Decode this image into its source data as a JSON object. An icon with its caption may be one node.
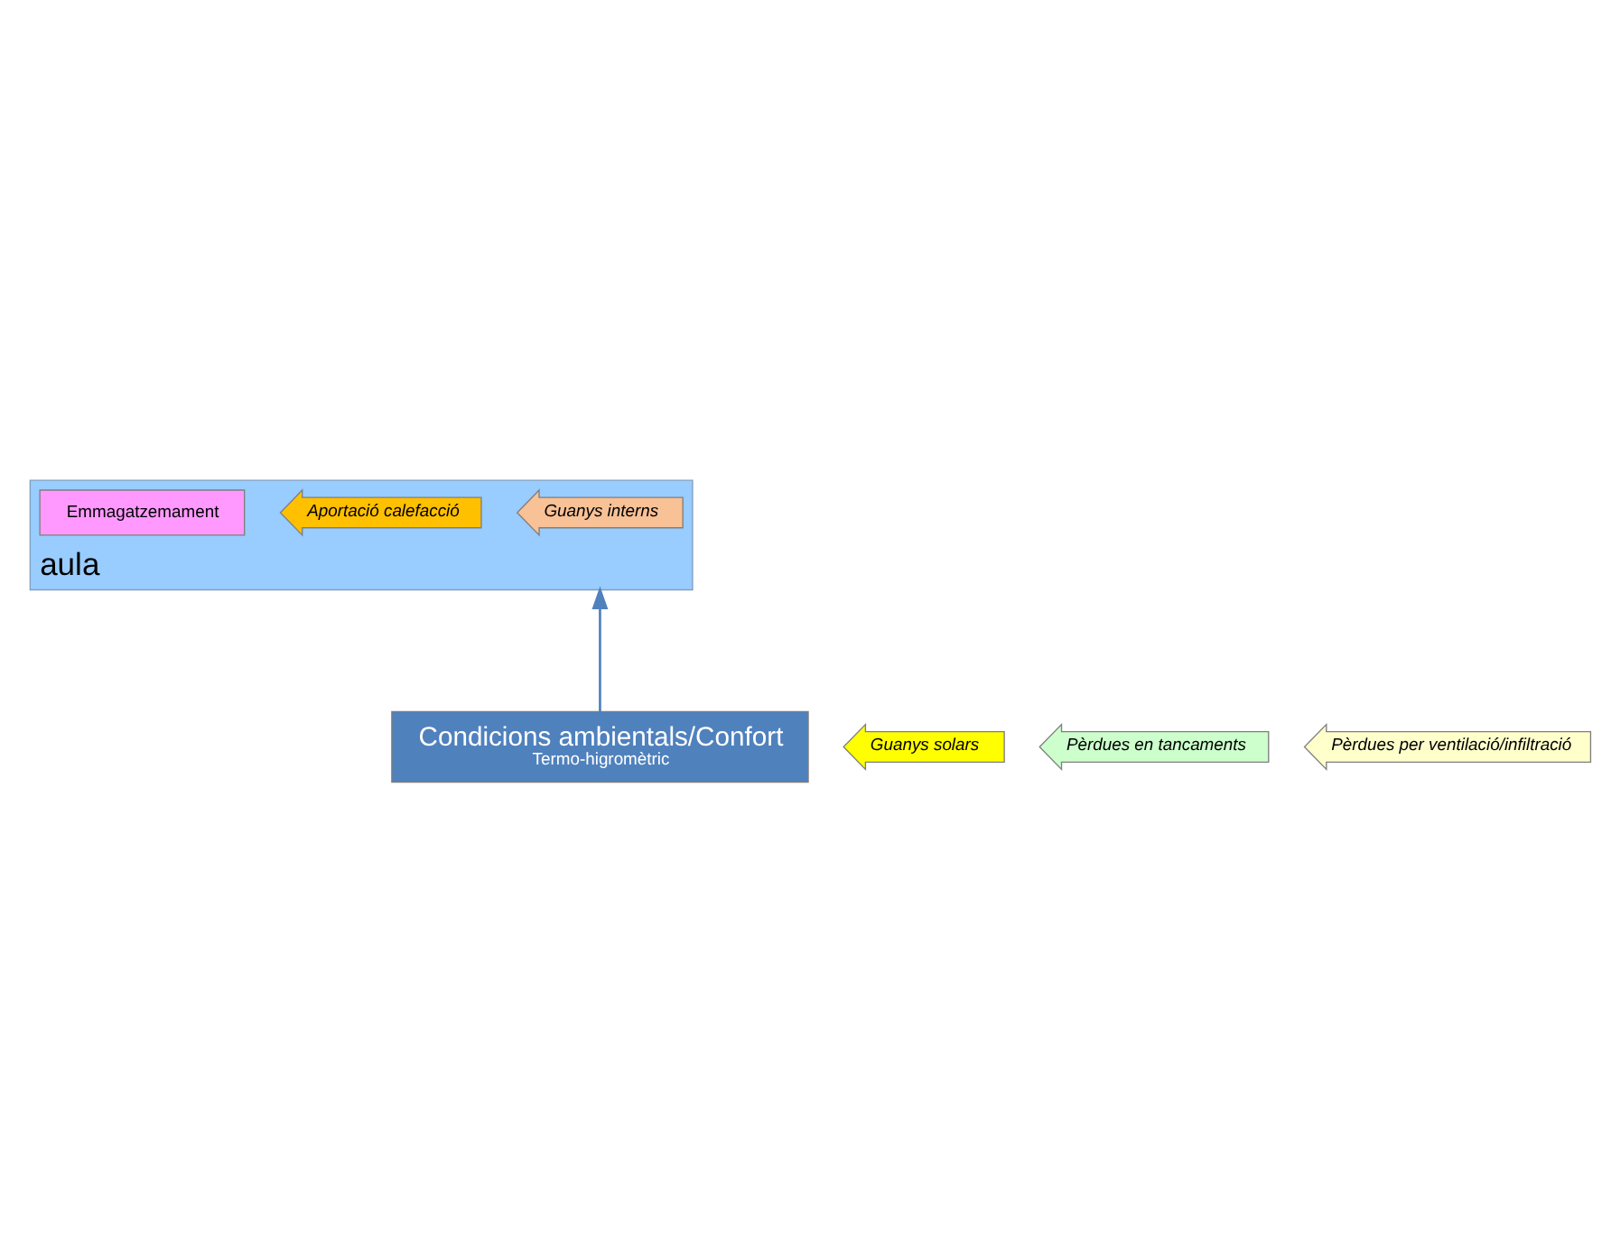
{
  "diagram": {
    "nodes": [
      {
        "text": [
          "aula"
        ]
      },
      {
        "text": [
          "Guanys solars"
        ]
      },
      {
        "text": [
          "Guanys interns"
        ],
        "in": 0
      },
      {
        "text": [
          "Pèrdues en tancaments"
        ]
      },
      {
        "text": [
          "Aportació calefacció"
        ],
        "in": 0
      },
      {
        "text": [
          "Pèrdues per ventilació/infiltració"
        ]
      },
      {
        "text": [
          "Emmagatzemament"
        ],
        "in": 0
      },
      {
        "text": [
          "Condicions ambientals/Confort",
          "Termo-higromètric"
        ]
      }
    ],
    "edges": [
      {
        "from": 7,
        "to": 0,
        "arrow": "to"
      }
    ]
  }
}
